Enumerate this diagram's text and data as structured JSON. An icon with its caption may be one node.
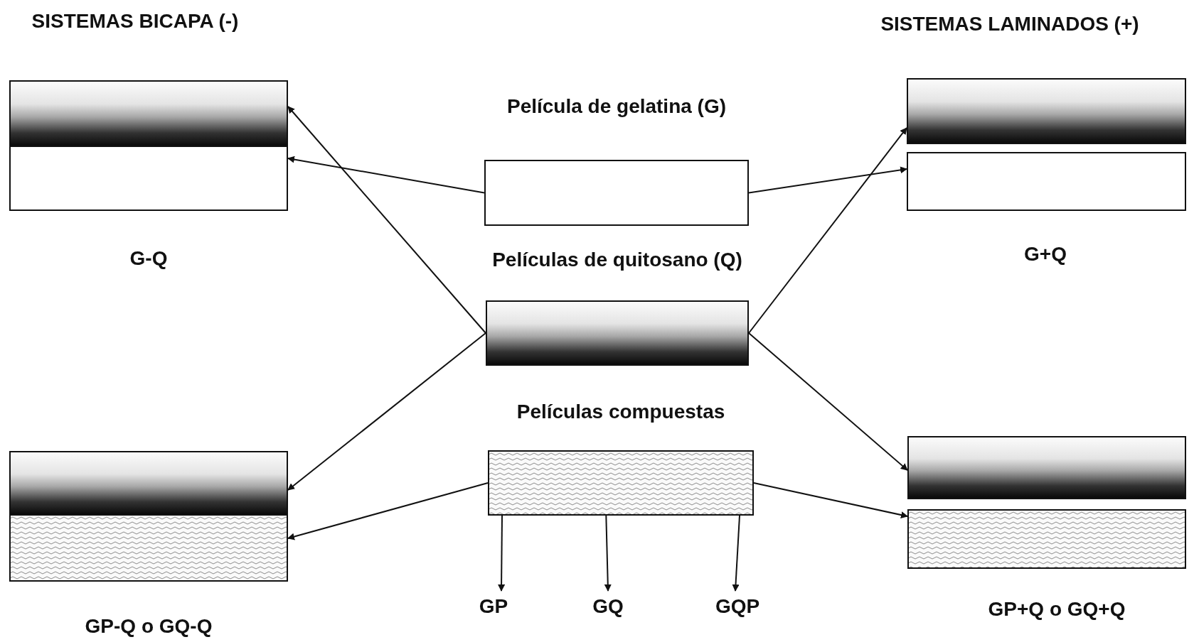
{
  "diagram": {
    "nodes": [
      {
        "text": [
          "G-Q"
        ]
      },
      {
        "text": [],
        "shape": "box",
        "in": 0
      },
      {
        "text": [],
        "shape": "box",
        "in": 0
      },
      {
        "text": [
          "Película de gelatina (G)"
        ]
      },
      {
        "text": [],
        "shape": "box"
      },
      {
        "text": [],
        "shape": "box"
      },
      {
        "text": [
          "Películas de quitosano (Q)"
        ]
      },
      {
        "text": [
          "Películas compuestas"
        ]
      },
      {
        "text": [
          "GP-Q o GQ-Q"
        ]
      },
      {
        "text": [],
        "shape": "box",
        "in": 8
      },
      {
        "text": [],
        "shape": "box",
        "in": 8
      },
      {
        "text": [],
        "shape": "box"
      },
      {
        "text": [],
        "shape": "box"
      },
      {
        "text": [
          "GP"
        ]
      },
      {
        "text": [
          "GQ"
        ]
      },
      {
        "text": [
          "GQP"
        ]
      }
    ],
    "edges": [
      {
        "from": 3,
        "to": 2,
        "arrow": "to"
      },
      {
        "from": 6,
        "to": 1,
        "arrow": "to"
      },
      {
        "from": 6,
        "to": 9,
        "arrow": "to"
      },
      {
        "from": 7,
        "to": 10,
        "arrow": "to"
      },
      {
        "from": 3,
        "to": 5,
        "arrow": "to"
      },
      {
        "from": 6,
        "to": 4,
        "arrow": "to"
      },
      {
        "from": 6,
        "to": 11,
        "arrow": "to"
      },
      {
        "from": 7,
        "to": 12,
        "arrow": "to"
      },
      {
        "from": 7,
        "to": 13,
        "arrow": "to"
      },
      {
        "from": 7,
        "to": 14,
        "arrow": "to"
      },
      {
        "from": 7,
        "to": 15,
        "arrow": "to"
      }
    ],
    "labels": [
      "SISTEMAS BICAPA (-)",
      "SISTEMAS LAMINADOS (+)",
      "G+Q",
      "GP+Q o GQ+Q"
    ]
  }
}
